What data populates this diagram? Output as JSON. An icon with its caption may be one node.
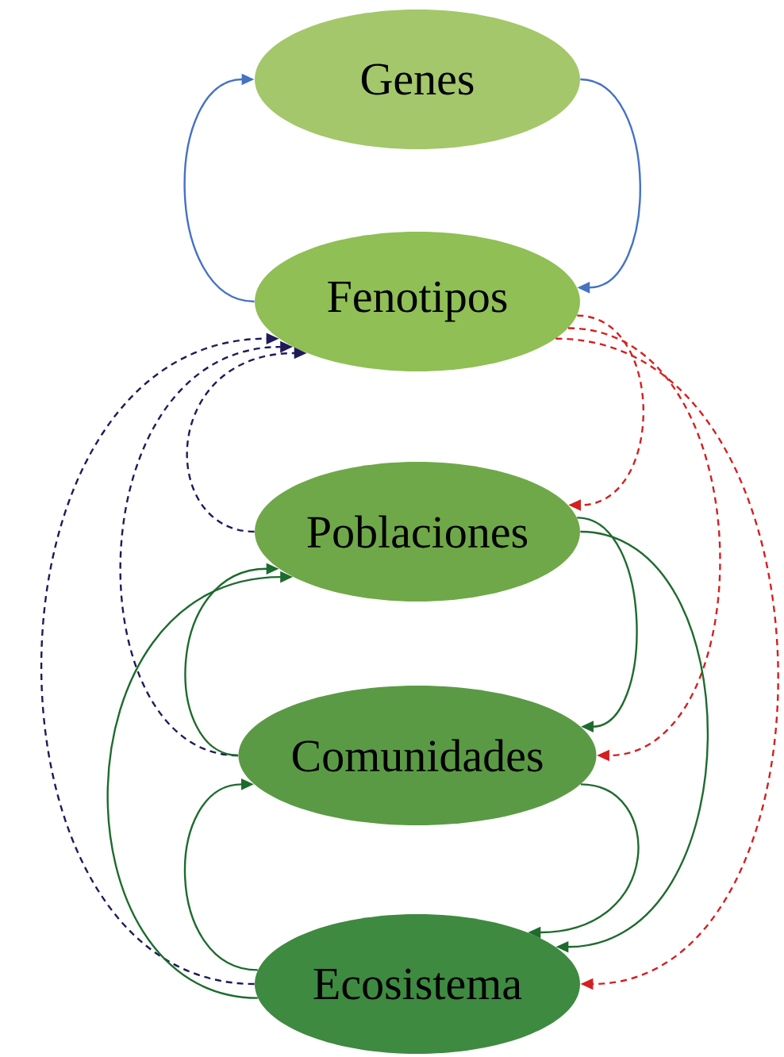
{
  "diagram": {
    "nodes": [
      {
        "text": [
          "Genes"
        ]
      },
      {
        "text": [
          "Fenotipos"
        ]
      },
      {
        "text": [
          "Poblaciones"
        ]
      },
      {
        "text": [
          "Comunidades"
        ]
      },
      {
        "text": [
          "Ecosistema"
        ]
      }
    ],
    "edges": [
      {
        "from": 1,
        "to": 0,
        "arrow": "to",
        "color": "#4472c4"
      },
      {
        "from": 0,
        "to": 1,
        "arrow": "to",
        "color": "#4472c4"
      },
      {
        "from": 2,
        "to": 1,
        "arrow": "to",
        "style": "dashed",
        "color": "#1f1a5a"
      },
      {
        "from": 3,
        "to": 1,
        "arrow": "to",
        "style": "dashed",
        "color": "#1f1a5a"
      },
      {
        "from": 4,
        "to": 1,
        "arrow": "to",
        "style": "dashed",
        "color": "#1f1a5a"
      },
      {
        "from": 1,
        "to": 2,
        "arrow": "to",
        "style": "dashed",
        "color": "#d42020"
      },
      {
        "from": 1,
        "to": 3,
        "arrow": "to",
        "style": "dashed",
        "color": "#d42020"
      },
      {
        "from": 1,
        "to": 4,
        "arrow": "to",
        "style": "dashed",
        "color": "#d42020"
      },
      {
        "from": 3,
        "to": 2,
        "arrow": "to"
      },
      {
        "from": 4,
        "to": 2,
        "arrow": "to"
      },
      {
        "from": 4,
        "to": 3,
        "arrow": "to"
      },
      {
        "from": 2,
        "to": 3,
        "arrow": "to"
      },
      {
        "from": 2,
        "to": 4,
        "arrow": "to"
      },
      {
        "from": 3,
        "to": 4,
        "arrow": "to"
      }
    ]
  }
}
